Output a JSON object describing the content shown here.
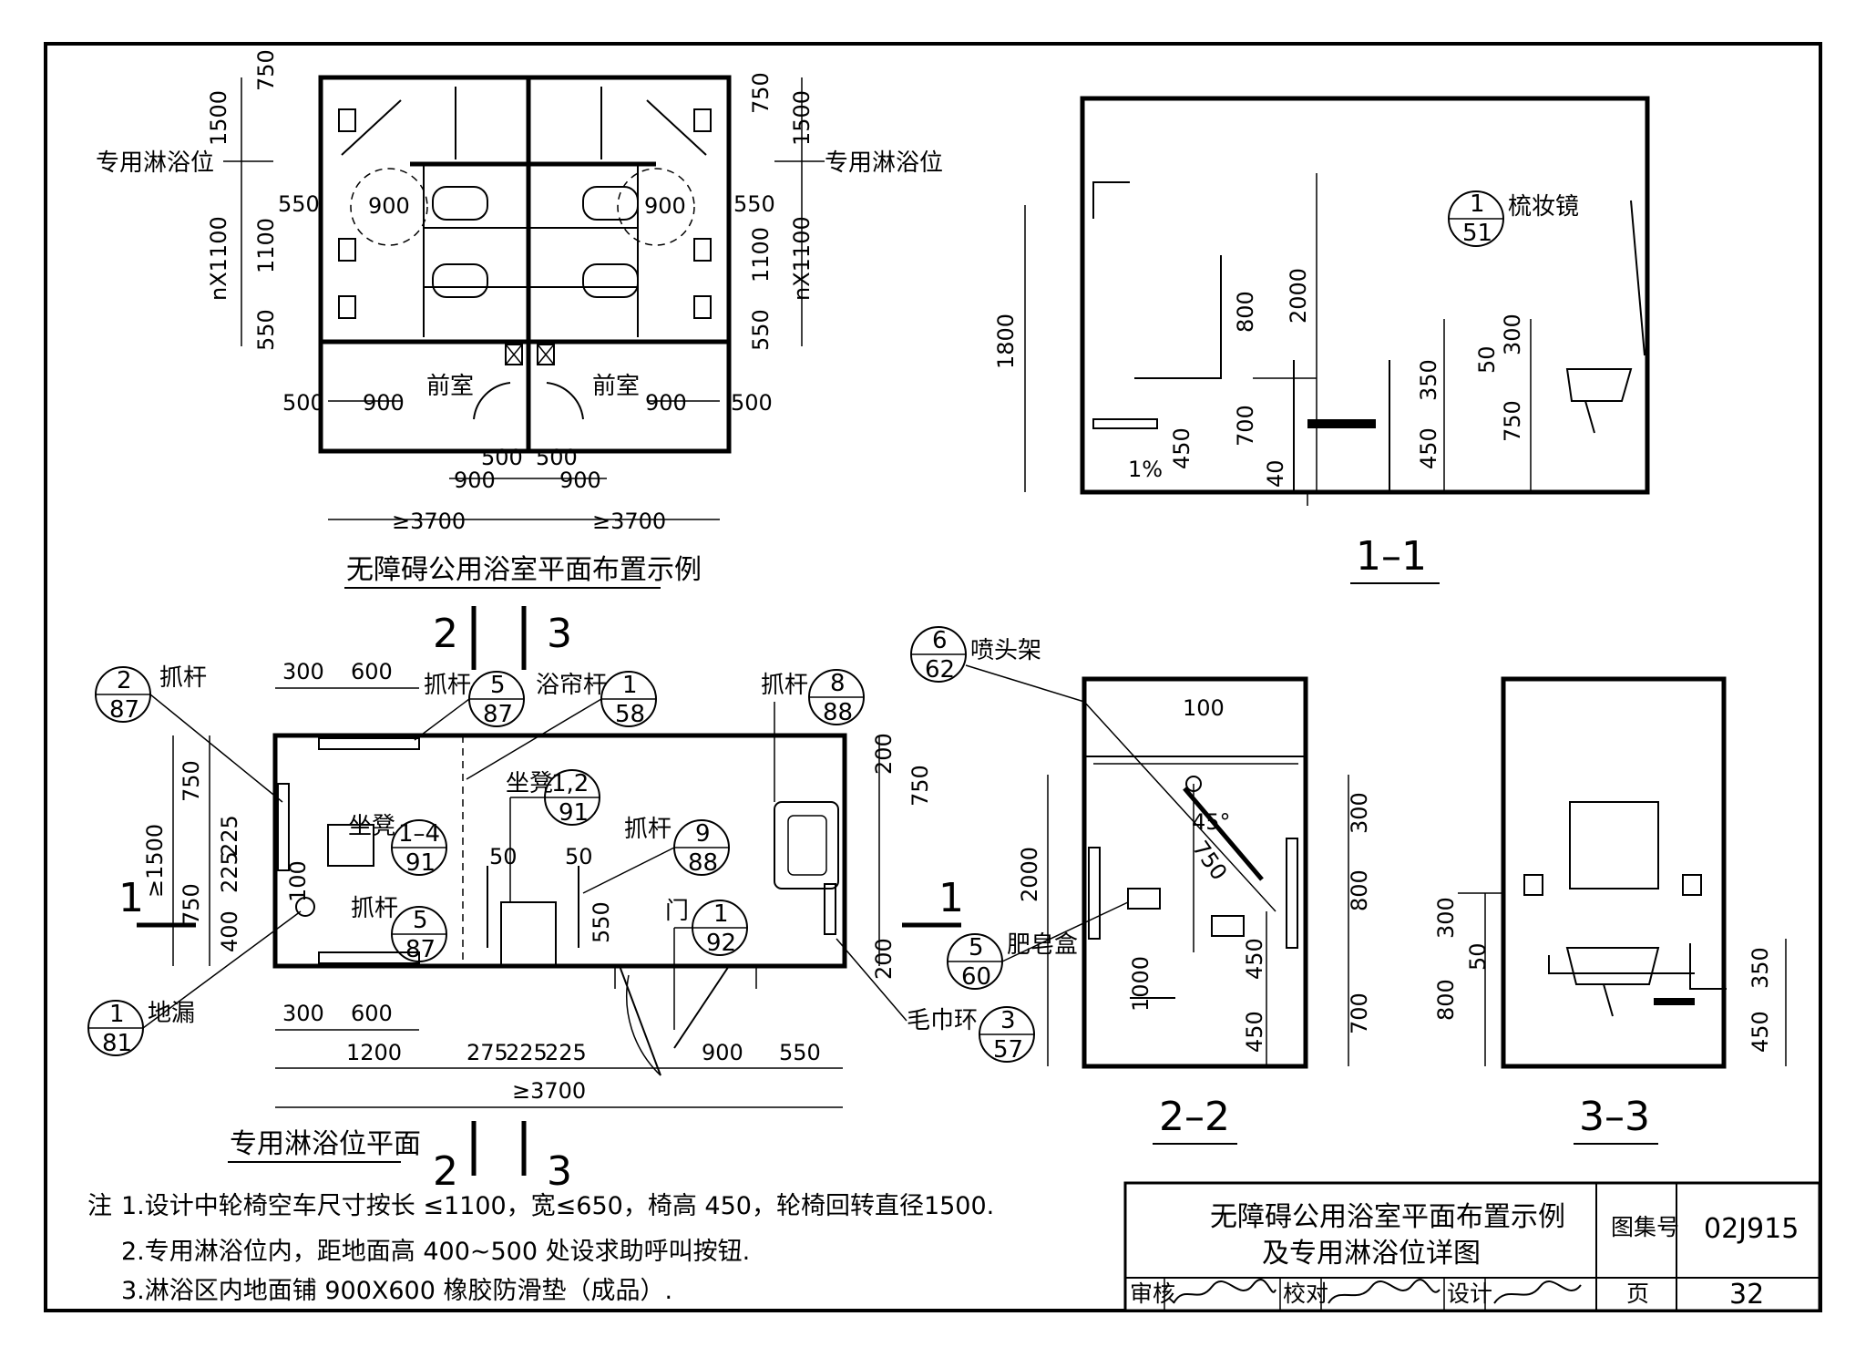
{
  "plan_top": {
    "title": "无障碍公用浴室平面布置示例",
    "left_label": "专用淋浴位",
    "right_label": "专用淋浴位",
    "anteroom": "前室",
    "dims": {
      "d1500": "1500",
      "d750": "750",
      "d550": "550",
      "d900": "900",
      "nx1100": "nX1100",
      "d1100": "1100",
      "d500": "500",
      "d3700": "≥3700"
    }
  },
  "section_1_1": {
    "label": "1–1",
    "mirror": "梳妆镜",
    "mirror_ref": {
      "top": "1",
      "bottom": "51"
    },
    "dims": {
      "d1800": "1800",
      "d2000": "2000",
      "d800": "800",
      "d700": "700",
      "d450": "450",
      "d40": "40",
      "d350": "350",
      "d300": "300",
      "d50": "50",
      "d750": "750",
      "slope": "1%"
    }
  },
  "plan_shower": {
    "title": "专用淋浴位平面",
    "cut2": "2",
    "cut3": "3",
    "cut1": "1",
    "items": [
      {
        "name": "抓杆",
        "top": "2",
        "bottom": "87"
      },
      {
        "name": "抓杆",
        "top": "5",
        "bottom": "87"
      },
      {
        "name": "浴帘杆",
        "top": "1",
        "bottom": "58"
      },
      {
        "name": "抓杆",
        "top": "8",
        "bottom": "88"
      },
      {
        "name": "坐凳",
        "top": "1,2",
        "bottom": "91"
      },
      {
        "name": "坐凳",
        "top": "1–4",
        "bottom": "91"
      },
      {
        "name": "抓杆",
        "top": "9",
        "bottom": "88"
      },
      {
        "name": "抓杆",
        "top": "5",
        "bottom": "87"
      },
      {
        "name": "门",
        "top": "1",
        "bottom": "92"
      },
      {
        "name": "地漏",
        "top": "1",
        "bottom": "81"
      },
      {
        "name": "毛巾环",
        "top": "3",
        "bottom": "57"
      }
    ],
    "dims": {
      "d300": "300",
      "d600": "600",
      "d1500": "≥1500",
      "d750": "750",
      "d225": "225",
      "d400": "400",
      "d100": "100",
      "d50": "50",
      "d550": "550",
      "d200": "200",
      "d1200": "1200",
      "d275": "275",
      "d900": "900",
      "d3700": "≥3700"
    }
  },
  "section_2_2": {
    "label": "2–2",
    "shower_rack": "喷头架",
    "shower_ref": {
      "top": "6",
      "bottom": "62"
    },
    "soap": "肥皂盒",
    "soap_ref": {
      "top": "5",
      "bottom": "60"
    },
    "dims": {
      "d100": "100",
      "d45": "45°",
      "d750": "750",
      "d2000": "2000",
      "d1000": "1000",
      "d300": "300",
      "d800": "800",
      "d700": "700",
      "d450": "450"
    }
  },
  "section_3_3": {
    "label": "3–3",
    "dims": {
      "d300": "300",
      "d50": "50",
      "d800": "800",
      "d350": "350",
      "d450": "450"
    }
  },
  "notes": {
    "prefix": "注",
    "lines": [
      "1.设计中轮椅空车尺寸按长 ≤1100，宽≤650，椅高 450，轮椅回转直径1500.",
      "2.专用淋浴位内，距地面高 400~500 处设求助呼叫按钮.",
      "3.淋浴区内地面铺 900X600 橡胶防滑垫（成品）."
    ]
  },
  "title_block": {
    "title_line1": "无障碍公用浴室平面布置示例",
    "title_line2": "及专用淋浴位详图",
    "atlas_label": "图集号",
    "atlas_value": "02J915",
    "review_label": "审核",
    "check_label": "校对",
    "design_label": "设计",
    "page_label": "页",
    "page_value": "32"
  }
}
